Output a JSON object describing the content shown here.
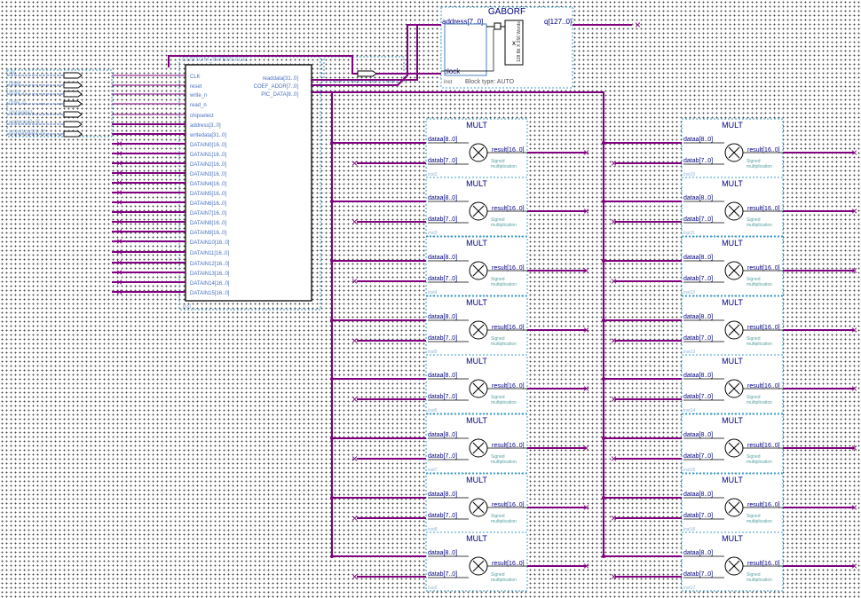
{
  "gaborf": {
    "title": "GABORF",
    "port_in": "address[7..0]",
    "port_out": "q[127..0]",
    "port_clock": "clock",
    "block_type": "Block type: AUTO",
    "rom_label": "128 Bit X 256 Words",
    "inst": "inst"
  },
  "custom": {
    "title": "CUSTOM_INTERFACE",
    "inputs": [
      "CLK",
      "reset",
      "write_n",
      "read_n",
      "chipselect",
      "address[3..0]",
      "writedata[31..0]",
      "DATAIN0[16..0]",
      "DATAIN1[16..0]",
      "DATAIN2[16..0]",
      "DATAIN3[16..0]",
      "DATAIN4[16..0]",
      "DATAIN5[16..0]",
      "DATAIN6[16..0]",
      "DATAIN7[16..0]",
      "DATAIN8[16..0]",
      "DATAIN9[16..0]",
      "DATAIN10[16..0]",
      "DATAIN11[16..0]",
      "DATAIN12[16..0]",
      "DATAIN13[16..0]",
      "DATAIN14[16..0]",
      "DATAIN15[16..0]"
    ],
    "outputs": [
      "readdata[31..0]",
      "COEF_ADDR[7..0]",
      "PIC_DATA[8..0]"
    ],
    "inst": "inst"
  },
  "input_pins": [
    "clk",
    "reset",
    "write_n",
    "read_n",
    "chipselect",
    "address[3..0]",
    "writedata[31..0]"
  ],
  "mult": {
    "title": "MULT",
    "port_a": "dataa[8..0]",
    "port_b": "datab[7..0]",
    "port_r": "result[16..0]",
    "note1": "Signed",
    "note2": "multiplication"
  },
  "mult_instances_left": [
    "inst2",
    "inst3",
    "inst4",
    "inst5",
    "inst6",
    "inst7",
    "inst8",
    "inst9"
  ],
  "mult_instances_right": [
    "inst10",
    "inst11",
    "inst12",
    "inst13",
    "inst14",
    "inst15",
    "inst16",
    "inst17"
  ],
  "colors": {
    "wire": "#800080",
    "block": "#0000ff",
    "pin": "#8b0000",
    "text_dark": "#000080"
  }
}
